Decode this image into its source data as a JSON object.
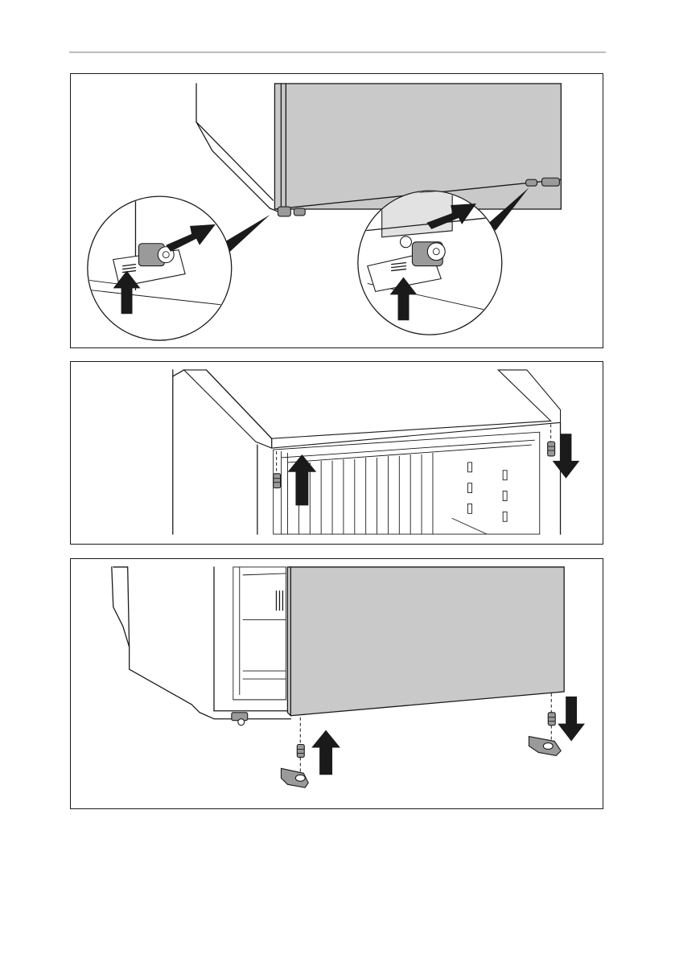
{
  "page": {
    "figures": [
      {
        "id": "panel-1",
        "content": "hinge-release-detail"
      },
      {
        "id": "panel-2",
        "content": "hinge-pin-swap-top"
      },
      {
        "id": "panel-3",
        "content": "door-removal-bottom-hinges"
      }
    ]
  },
  "icons": {
    "arrow": "arrow-icon",
    "pin": "hinge-pin-icon",
    "bracket": "hinge-bracket-icon"
  },
  "colors": {
    "door_fill": "#c9c9c9",
    "line": "#1a1a1a",
    "rule": "#bdbdbd"
  }
}
